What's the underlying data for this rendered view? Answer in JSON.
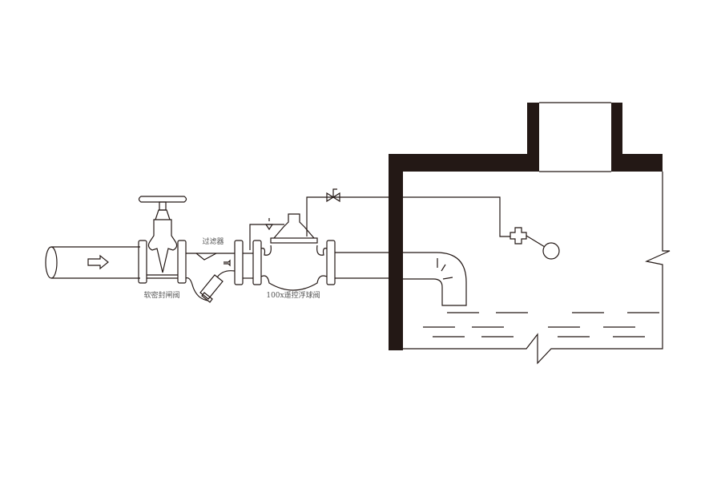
{
  "labels": {
    "gate_valve": "软密封闸阀",
    "strainer": "过滤器",
    "float_valve": "100x遥控浮球阀"
  },
  "colors": {
    "line": "#231815",
    "background": "#ffffff"
  }
}
